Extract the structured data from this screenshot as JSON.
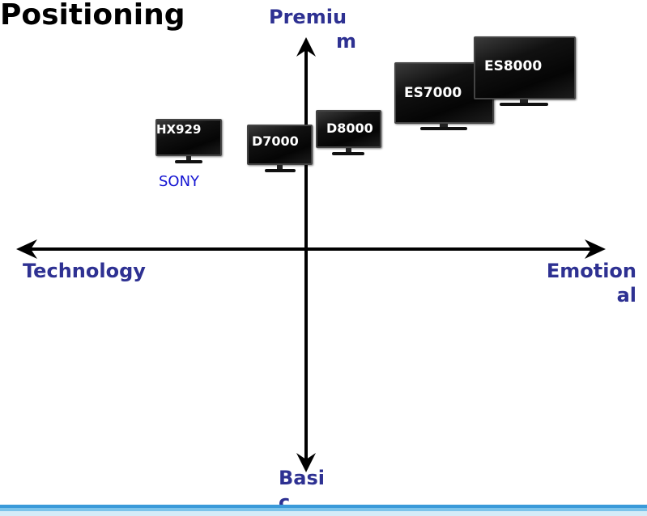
{
  "title": "Positioning",
  "axes": {
    "top": [
      "Premiu",
      "m"
    ],
    "left": "Technology",
    "right": [
      "Emotion",
      "al"
    ],
    "bottom": [
      "Basi",
      "c"
    ]
  },
  "tvs": [
    {
      "id": "hx929",
      "label": "HX929"
    },
    {
      "id": "d7000",
      "label": "D7000"
    },
    {
      "id": "d8000",
      "label": "D8000"
    },
    {
      "id": "es7000",
      "label": "ES7000"
    },
    {
      "id": "es8000",
      "label": "ES8000"
    }
  ],
  "brand_label": "SONY",
  "colors": {
    "axis_label": "#2e3192",
    "brand_label": "#1414d2",
    "footer": "#3a9ad9"
  }
}
